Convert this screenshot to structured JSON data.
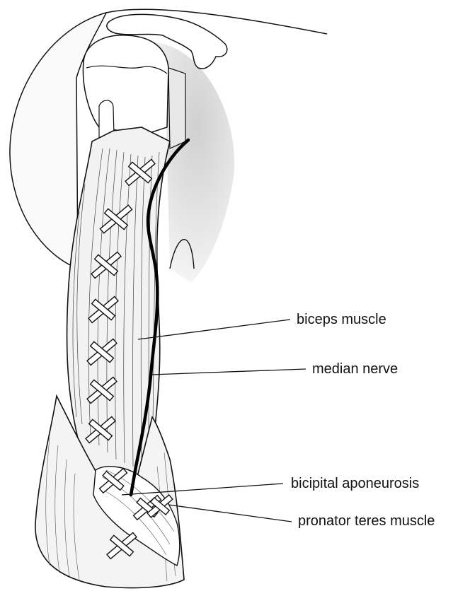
{
  "labels": {
    "biceps_muscle": "biceps muscle",
    "median_nerve": "median nerve",
    "bicipital_aponeurosis": "bicipital aponeurosis",
    "pronator_teres_muscle": "pronator teres muscle"
  },
  "colors": {
    "ink": "#111111",
    "shadow": "#d9d9d9",
    "muscle_fill": "#f2f2f2",
    "nerve": "#000000"
  }
}
